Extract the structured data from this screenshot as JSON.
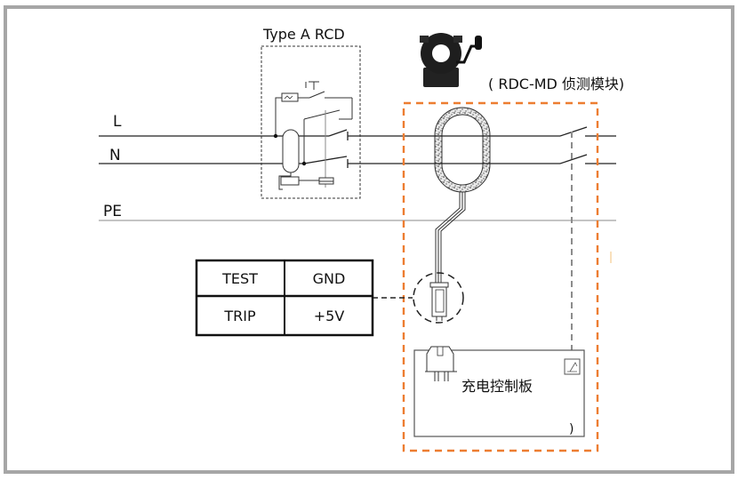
{
  "rcd": {
    "title": "Type A RCD"
  },
  "module": {
    "label": "( RDC-MD 侦测模块)"
  },
  "lines": {
    "live": "L",
    "neutral": "N",
    "earth": "PE"
  },
  "pin_table": {
    "rows": [
      [
        "TEST",
        "GND"
      ],
      [
        "TRIP",
        "+5V"
      ]
    ]
  },
  "control_board": {
    "label": "充电控制板",
    "corner_mark": ")"
  },
  "colors": {
    "frame": "#a6a6a6",
    "module_boundary": "#ed7d31",
    "wire": "#222222",
    "pe_wire": "#a0a0a0",
    "mech_link": "#8c8c8c"
  }
}
